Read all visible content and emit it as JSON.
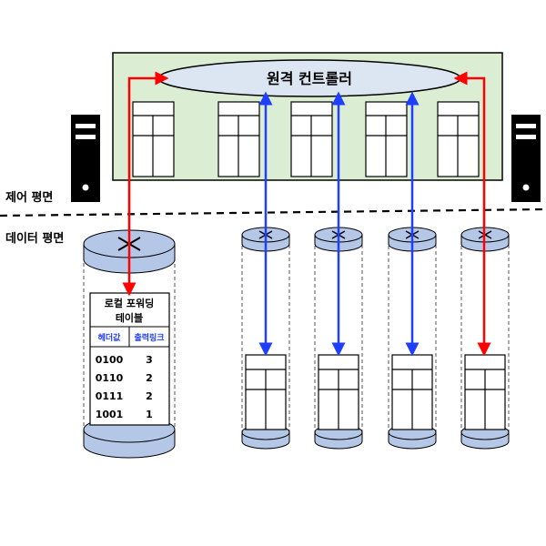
{
  "labels": {
    "controller": "원격 컨트롤러",
    "control_plane": "제어 평면",
    "data_plane": "데이터 평면"
  },
  "local_table": {
    "title_line1": "로컬 포워딩",
    "title_line2": "테이블",
    "columns": [
      "헤더값",
      "출력링크"
    ],
    "rows": [
      [
        "0100",
        "3"
      ],
      [
        "0110",
        "2"
      ],
      [
        "0111",
        "2"
      ],
      [
        "1001",
        "1"
      ]
    ]
  },
  "colors": {
    "control_box_fill": "#dbeed3",
    "controller_fill": "#dce6f2",
    "router_fill": "#b4c7e7",
    "red_arrow": "#ff0000",
    "blue_arrow": "#1f3fff",
    "column_header_text": "#1f3fff"
  },
  "icons": [
    "server-icon-left",
    "server-icon-right",
    "router-icon"
  ]
}
